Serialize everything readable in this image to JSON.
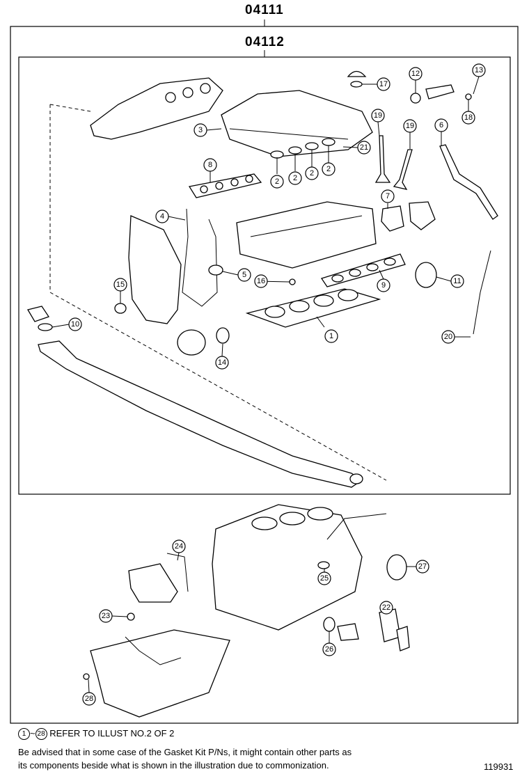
{
  "kits": {
    "outer": "04111",
    "inner": "04112"
  },
  "callouts": [
    "1",
    "2",
    "2",
    "2",
    "2",
    "3",
    "4",
    "5",
    "6",
    "7",
    "8",
    "9",
    "10",
    "11",
    "12",
    "13",
    "14",
    "15",
    "16",
    "17",
    "18",
    "19",
    "19",
    "20",
    "21",
    "22",
    "23",
    "24",
    "25",
    "26",
    "27",
    "28"
  ],
  "footer": {
    "ref_from": "1",
    "ref_to": "28",
    "ref_sep": "~",
    "ref_text": "REFER TO ILLUST NO.2 OF 2",
    "note_line1": "Be advised that in some case of the Gasket Kit P/Ns,  it might contain other parts as",
    "note_line2": "its components beside what is shown in the illustration due to commonization.",
    "illustration_id": "119931"
  }
}
